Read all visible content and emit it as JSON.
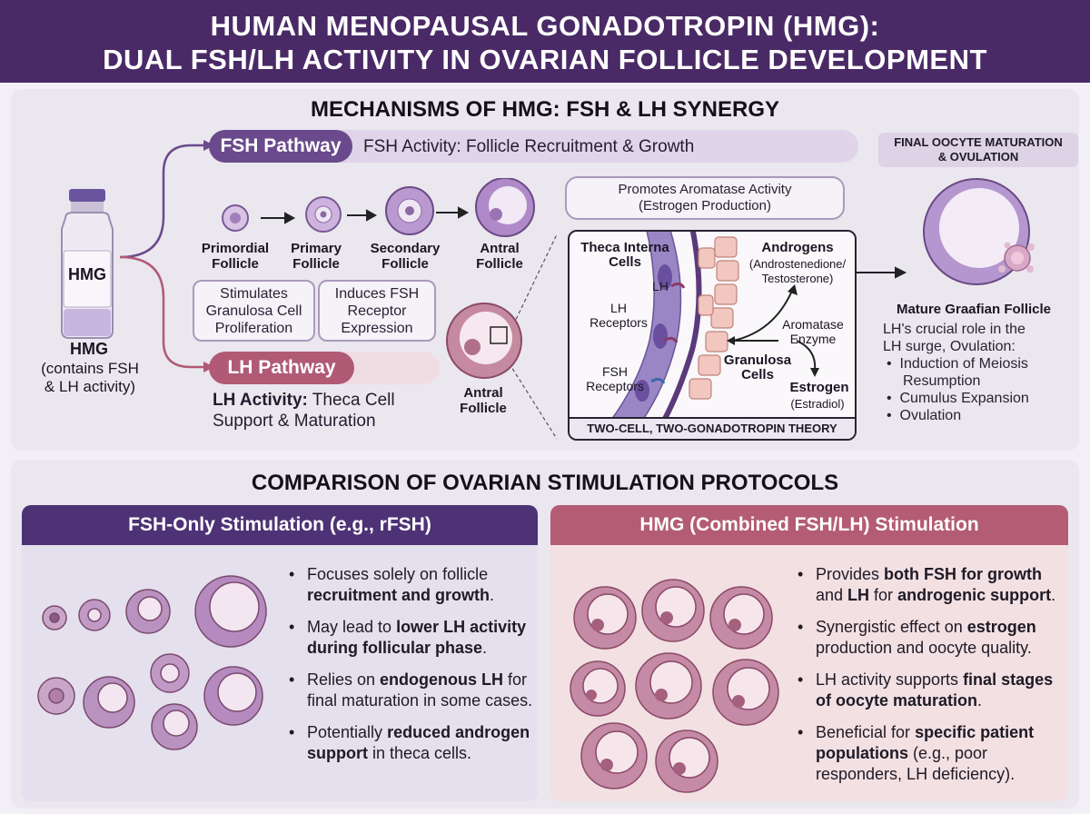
{
  "header": {
    "title_line1": "HUMAN MENOPAUSAL GONADOTROPIN (HMG):",
    "title_line2": "DUAL FSH/LH ACTIVITY IN OVARIAN FOLLICLE DEVELOPMENT"
  },
  "mechanisms": {
    "title": "MECHANISMS OF HMG: FSH & LH SYNERGY",
    "vial_label": "HMG",
    "hmg_title": "HMG",
    "hmg_desc1": "(contains FSH",
    "hmg_desc2": "& LH activity)",
    "fsh_pill": "FSH Pathway",
    "fsh_text": "FSH Activity: Follicle Recruitment & Growth",
    "lh_pill": "LH Pathway",
    "lh_bold": "LH Activity:",
    "lh_text1": " Theca Cell",
    "lh_text2": "Support & Maturation",
    "follicles": [
      {
        "l1": "Primordial",
        "l2": "Follicle"
      },
      {
        "l1": "Primary",
        "l2": "Follicle"
      },
      {
        "l1": "Secondary",
        "l2": "Follicle"
      },
      {
        "l1": "Antral",
        "l2": "Follicle"
      }
    ],
    "box_granulosa": [
      "Stimulates",
      "Granulosa Cell",
      "Proliferation"
    ],
    "box_receptor": [
      "Induces FSH",
      "Receptor",
      "Expression"
    ],
    "aromatase_callout": [
      "Promotes Aromatase Activity",
      "(Estrogen Production)"
    ],
    "antral_zoom_label": [
      "Antral",
      "Follicle"
    ],
    "twocell": {
      "theca": [
        "Theca Interna",
        "Cells"
      ],
      "lh_small": "LH",
      "lh_receptors": [
        "LH",
        "Receptors"
      ],
      "fsh_receptors": [
        "FSH",
        "Receptors"
      ],
      "androgens": "Androgens",
      "androgens_sub": [
        "(Androstenedione/",
        "Testosterone)"
      ],
      "aromatase": [
        "Aromatase",
        "Enzyme"
      ],
      "granulosa": [
        "Granulosa",
        "Cells"
      ],
      "estrogen": "Estrogen",
      "estrogen_sub": "(Estradiol)",
      "caption": "TWO-CELL, TWO-GONADOTROPIN THEORY"
    },
    "final": {
      "title1": "FINAL OOCYTE MATURATION",
      "title2": "& OVULATION",
      "mature_label": "Mature Graafian Follicle",
      "desc1": "LH's crucial role in the",
      "desc2": "LH surge, Ovulation:",
      "bullets": [
        "Induction of Meiosis",
        "Resumption",
        "Cumulus Expansion",
        "Ovulation"
      ]
    }
  },
  "comparison": {
    "title": "COMPARISON OF OVARIAN STIMULATION PROTOCOLS",
    "left_head": "FSH-Only Stimulation (e.g., rFSH)",
    "right_head": "HMG (Combined FSH/LH) Stimulation",
    "left": [
      {
        "a": "Focuses solely on follicle ",
        "b": "recruitment and growth",
        "c": "."
      },
      {
        "a": "May lead to ",
        "b": "lower LH activity during follicular phase",
        "c": "."
      },
      {
        "a": "Relies on ",
        "b": "endogenous LH",
        "c": " for final maturation in some cases."
      },
      {
        "a": "Potentially ",
        "b": "reduced androgen support",
        "c": " in theca cells."
      }
    ],
    "right": [
      {
        "a": "Provides ",
        "b": "both FSH for growth",
        "c": " and ",
        "d": "LH",
        "e": " for ",
        "f": "androgenic support",
        "g": "."
      },
      {
        "a": "Synergistic effect on ",
        "b": "estrogen",
        "c": " production and oocyte quality."
      },
      {
        "a": "LH activity supports ",
        "b": "final stages of oocyte maturation",
        "c": "."
      },
      {
        "a": "Beneficial for ",
        "b": "specific patient populations",
        "c": " (e.g., poor responders, LH deficiency)."
      }
    ]
  },
  "colors": {
    "header": "#4a2a66",
    "fsh": "#6a4a8c",
    "lh": "#b05a76",
    "left_head": "#4d3275",
    "right_head": "#b35c74"
  }
}
